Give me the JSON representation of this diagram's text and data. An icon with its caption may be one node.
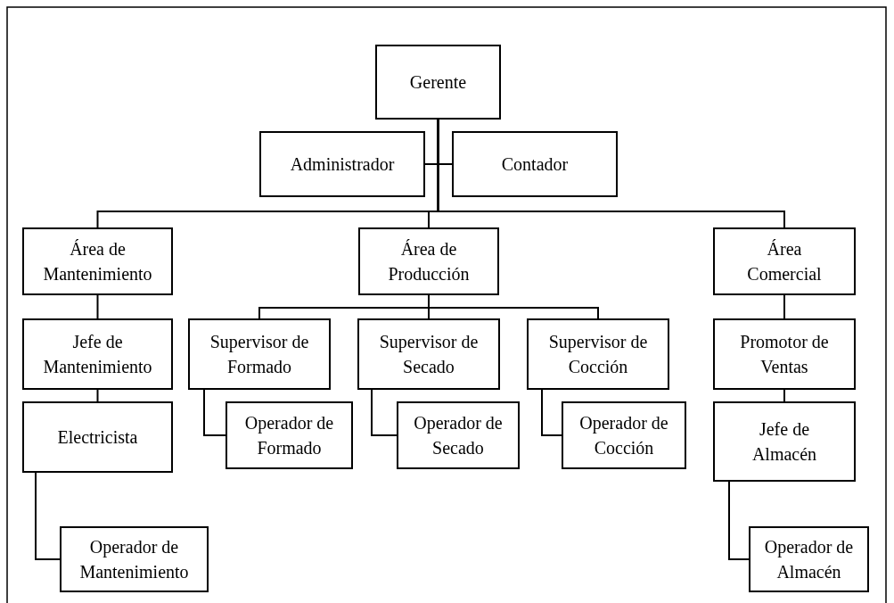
{
  "diagram": {
    "nodes": [
      {
        "text": [
          "Gerente"
        ]
      },
      {
        "text": [
          "Administrador"
        ]
      },
      {
        "text": [
          "Contador"
        ]
      },
      {
        "text": [
          "Área de Mantenimiento"
        ]
      },
      {
        "text": [
          "Área de Producción"
        ]
      },
      {
        "text": [
          "Área Comercial"
        ]
      },
      {
        "text": [
          "Jefe de Mantenimiento"
        ]
      },
      {
        "text": [
          "Supervisor de Formado"
        ]
      },
      {
        "text": [
          "Supervisor de Secado"
        ]
      },
      {
        "text": [
          "Supervisor de Cocción"
        ]
      },
      {
        "text": [
          "Promotor de Ventas"
        ]
      },
      {
        "text": [
          "Operador de Formado"
        ]
      },
      {
        "text": [
          "Operador de Secado"
        ]
      },
      {
        "text": [
          "Operador de Cocción"
        ]
      },
      {
        "text": [
          "Electricista"
        ]
      },
      {
        "text": [
          "Jefe de Almacén"
        ]
      },
      {
        "text": [
          "Operador de Mantenimiento"
        ]
      },
      {
        "text": [
          "Operador de Almacén"
        ]
      }
    ],
    "edges": [
      {
        "from": 0,
        "to": 1,
        "arrow": "none"
      },
      {
        "from": 0,
        "to": 2,
        "arrow": "none"
      },
      {
        "from": 0,
        "to": 3,
        "arrow": "none"
      },
      {
        "from": 0,
        "to": 4,
        "arrow": "none"
      },
      {
        "from": 0,
        "to": 5,
        "arrow": "none"
      },
      {
        "from": 3,
        "to": 6,
        "arrow": "none"
      },
      {
        "from": 4,
        "to": 7,
        "arrow": "none"
      },
      {
        "from": 4,
        "to": 8,
        "arrow": "none"
      },
      {
        "from": 4,
        "to": 9,
        "arrow": "none"
      },
      {
        "from": 5,
        "to": 10,
        "arrow": "none"
      },
      {
        "from": 7,
        "to": 11,
        "arrow": "none"
      },
      {
        "from": 8,
        "to": 12,
        "arrow": "none"
      },
      {
        "from": 9,
        "to": 13,
        "arrow": "none"
      },
      {
        "from": 6,
        "to": 14,
        "arrow": "none"
      },
      {
        "from": 10,
        "to": 15,
        "arrow": "none"
      },
      {
        "from": 14,
        "to": 16,
        "arrow": "none"
      },
      {
        "from": 15,
        "to": 17,
        "arrow": "none"
      }
    ]
  }
}
